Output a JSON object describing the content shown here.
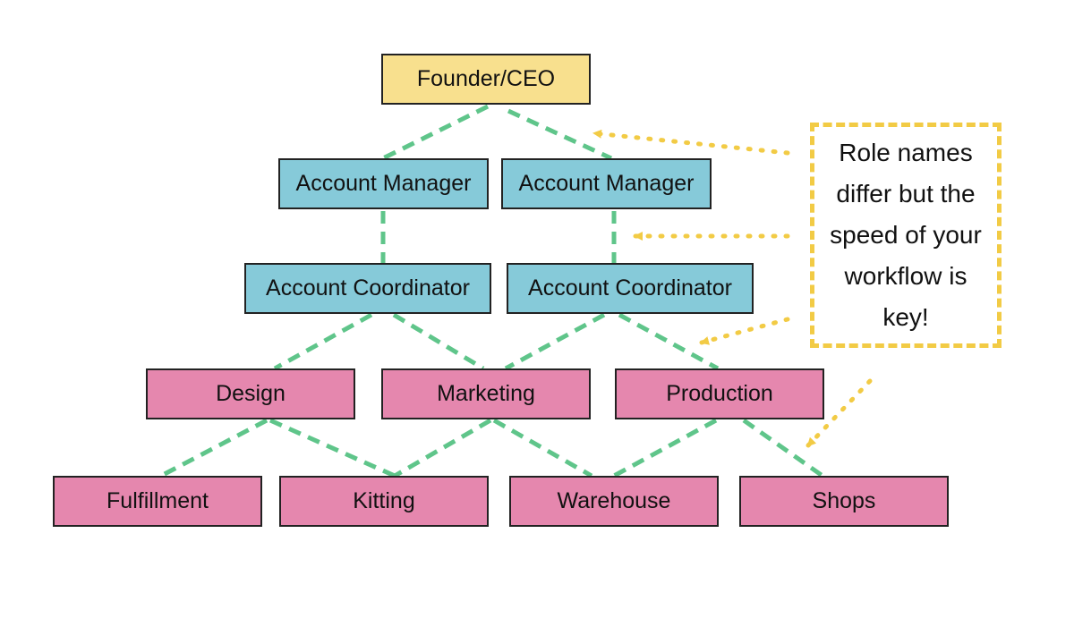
{
  "colors": {
    "top": "#f8e08e",
    "manager": "#86cad9",
    "department": "#e587ae",
    "connector": "#5fc58a",
    "callout": "#f2cb45"
  },
  "nodes": {
    "ceo": "Founder/CEO",
    "account_manager_1": "Account Manager",
    "account_manager_2": "Account Manager",
    "account_coordinator_1": "Account Coordinator",
    "account_coordinator_2": "Account Coordinator",
    "design": "Design",
    "marketing": "Marketing",
    "production": "Production",
    "fulfillment": "Fulfillment",
    "kitting": "Kitting",
    "warehouse": "Warehouse",
    "shops": "Shops"
  },
  "callout": {
    "text": "Role names differ but the speed of your workflow is key!"
  }
}
